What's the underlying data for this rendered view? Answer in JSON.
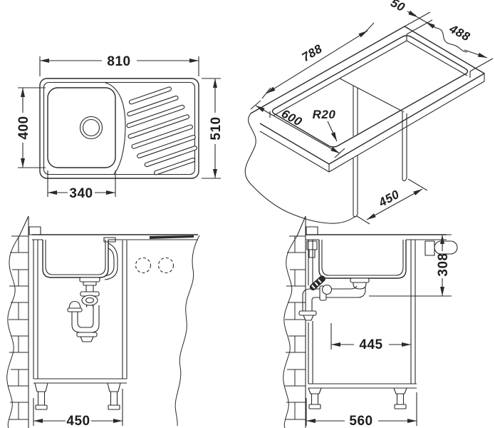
{
  "colors": {
    "background": "#ffffff",
    "line": "#2a2a2a"
  },
  "views": {
    "plan": {
      "overall_width": "810",
      "overall_depth": "510",
      "bowl_front_to_back": "400",
      "bowl_width": "340"
    },
    "isometric": {
      "rim_offset": "50",
      "cutout_depth": "488",
      "cutout_width": "788",
      "worktop_depth": "600",
      "corner_radius": "R20",
      "base_depth": "450"
    },
    "front_section": {
      "cabinet_width": "450"
    },
    "side_section": {
      "overall_bowl_depth": "308",
      "drain_offset": "445",
      "cabinet_depth": "560"
    }
  }
}
